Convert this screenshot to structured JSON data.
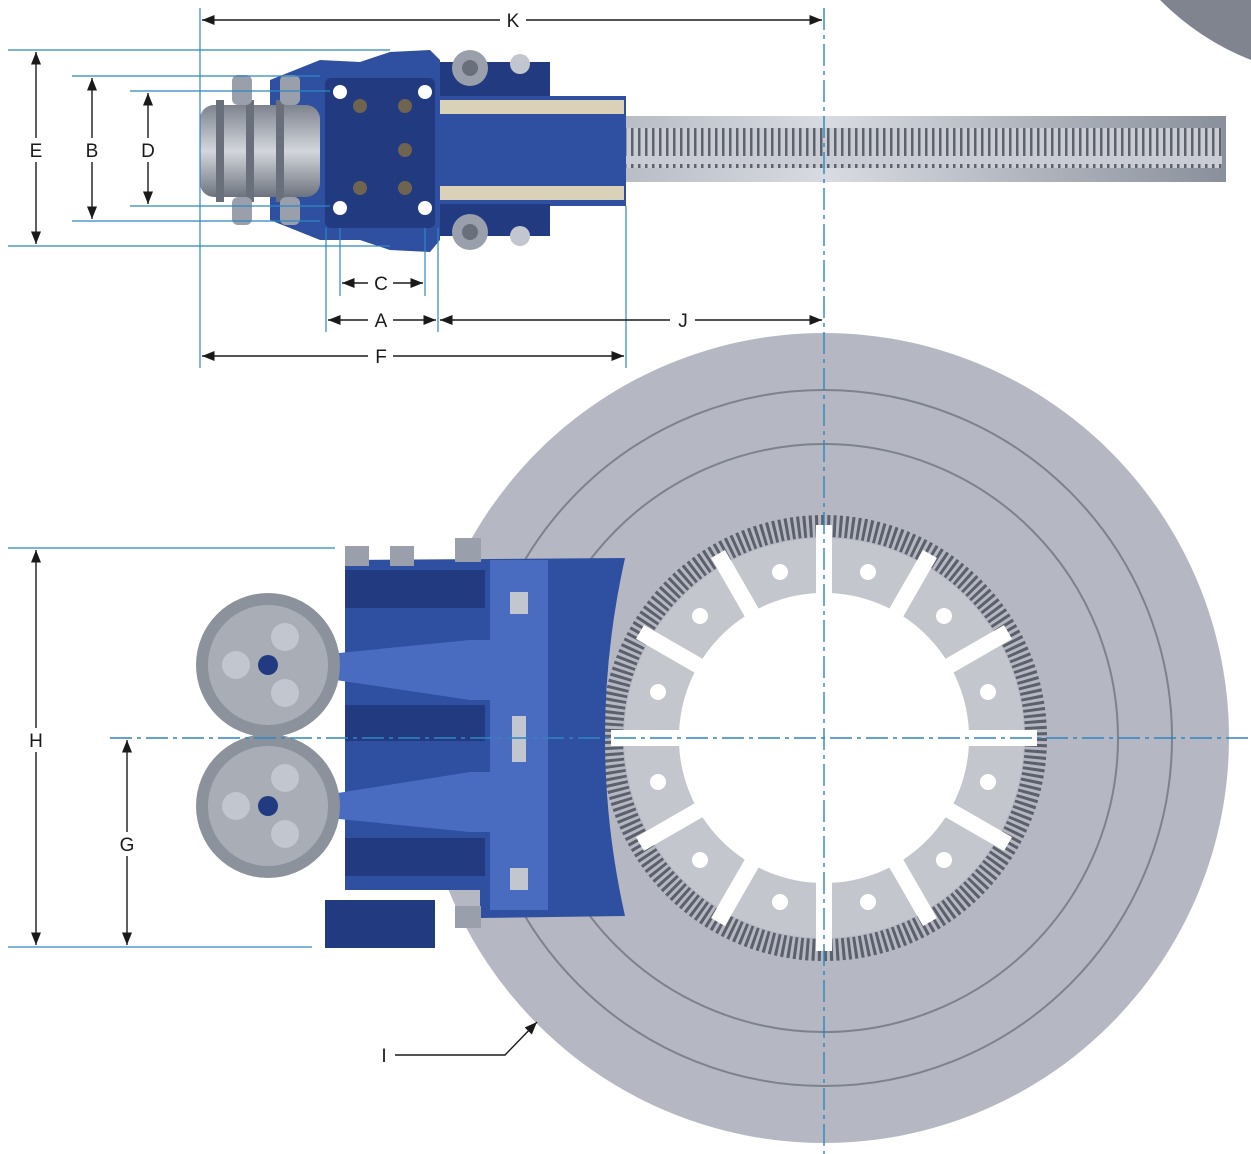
{
  "dimension_labels": {
    "k": "K",
    "e": "E",
    "b": "B",
    "d": "D",
    "c": "C",
    "a": "A",
    "j": "J",
    "f": "F",
    "h": "H",
    "g": "G",
    "i": "I"
  },
  "colors": {
    "caliper_blue": "#2f4fa0",
    "extension_line": "#2e86c1",
    "disc_grey": "#b5b8c2",
    "steel": "#9aa0ab"
  }
}
